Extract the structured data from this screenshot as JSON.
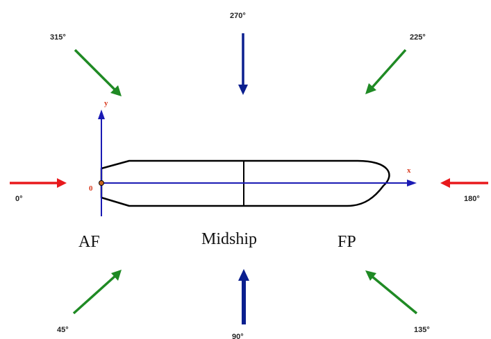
{
  "colors": {
    "beam_arrow": "#e8191c",
    "quartering_arrow": "#1f8a24",
    "head_arrow": "#0b1f8f",
    "axis": "#1a1ab4",
    "axis_label": "#d83a1e",
    "hull": "#000000",
    "origin_dot": "#c8641e"
  },
  "angles": {
    "a0": "0°",
    "a45": "45°",
    "a90": "90°",
    "a135": "135°",
    "a180": "180°",
    "a225": "225°",
    "a270": "270°",
    "a315": "315°"
  },
  "stations": {
    "aft": "AF",
    "mid": "Midship",
    "fore": "FP"
  },
  "axes": {
    "x": "x",
    "y": "y",
    "origin": "0"
  }
}
